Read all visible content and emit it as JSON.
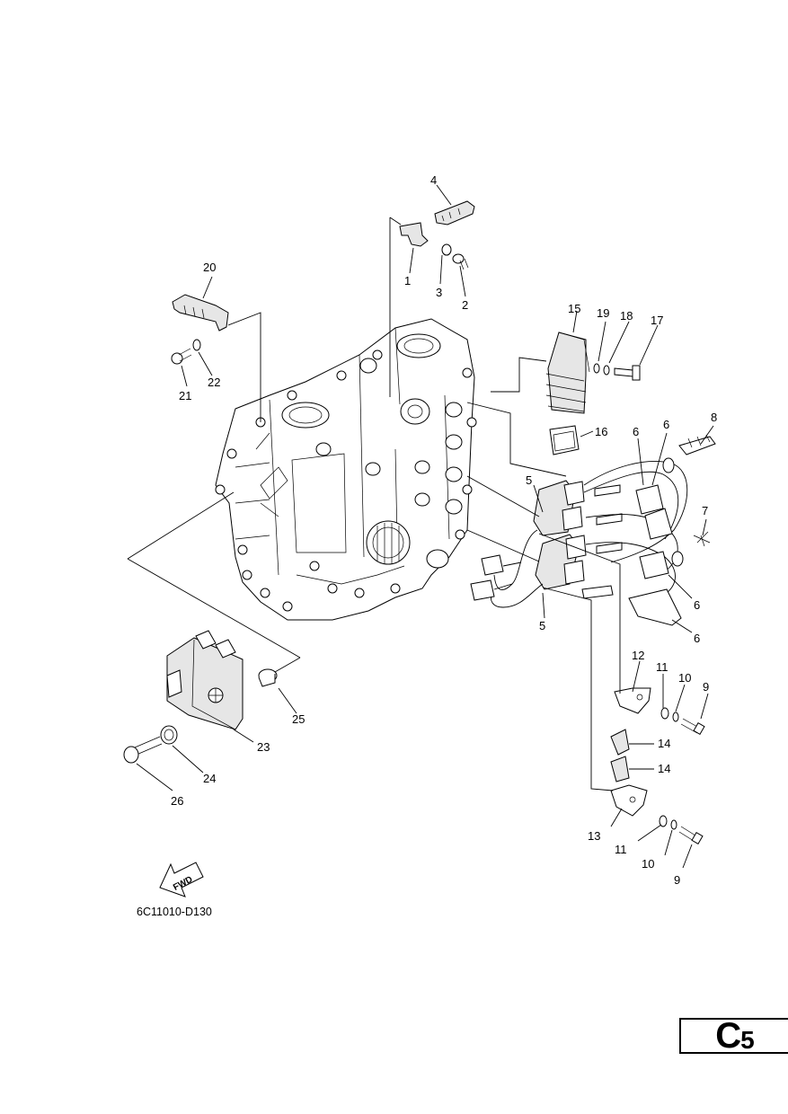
{
  "diagram": {
    "code": "6C11010-D130",
    "section": {
      "letter": "C",
      "number": "5"
    },
    "fwd_label": "FWD"
  },
  "callouts": {
    "c1": "1",
    "c2": "2",
    "c3": "3",
    "c4": "4",
    "c5a": "5",
    "c5b": "5",
    "c6a": "6",
    "c6b": "6",
    "c6c": "6",
    "c6d": "6",
    "c7": "7",
    "c8": "8",
    "c9a": "9",
    "c9b": "9",
    "c10a": "10",
    "c10b": "10",
    "c11a": "11",
    "c11b": "11",
    "c12": "12",
    "c13": "13",
    "c14a": "14",
    "c14b": "14",
    "c15": "15",
    "c16": "16",
    "c17": "17",
    "c18": "18",
    "c19": "19",
    "c20": "20",
    "c21": "21",
    "c22": "22",
    "c23": "23",
    "c24": "24",
    "c25": "25",
    "c26": "26"
  }
}
